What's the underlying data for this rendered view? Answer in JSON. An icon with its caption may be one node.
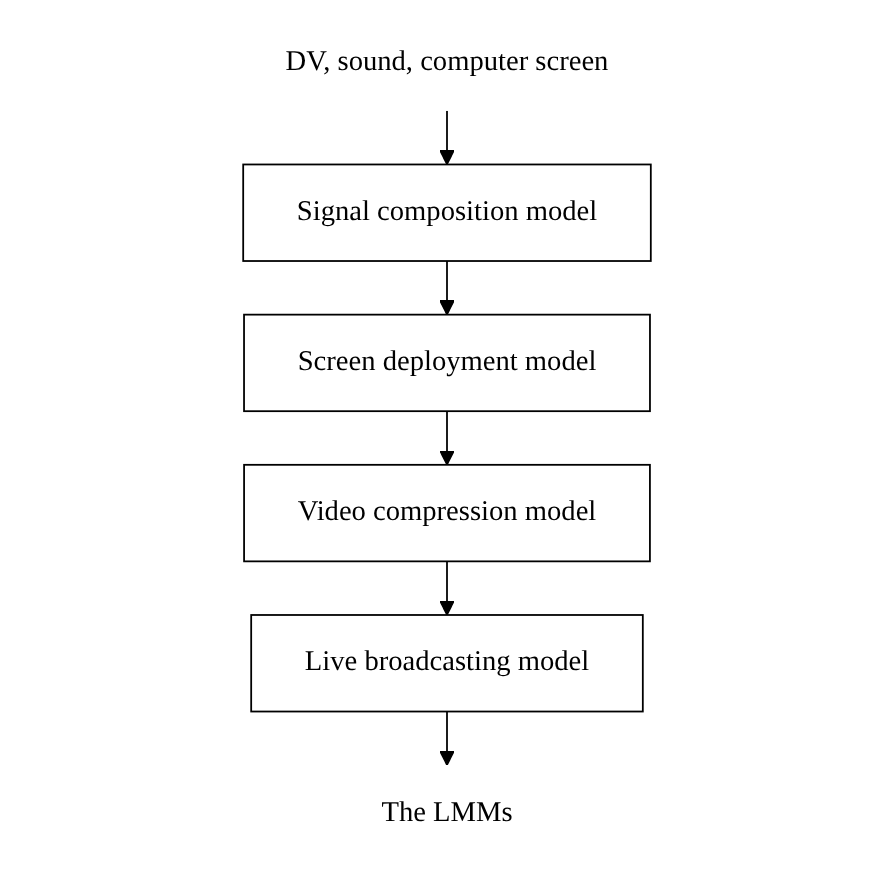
{
  "diagram": {
    "nodes": [
      {
        "text": [
          "DV, sound, computer screen"
        ]
      },
      {
        "text": [
          "Signal composition model"
        ]
      },
      {
        "text": [
          "Screen deployment model"
        ]
      },
      {
        "text": [
          "Video compression model"
        ]
      },
      {
        "text": [
          "Live broadcasting model"
        ]
      },
      {
        "text": [
          "The LMMs"
        ]
      }
    ],
    "edges": [
      {
        "from": 0,
        "to": 1,
        "arrow": "to"
      },
      {
        "from": 1,
        "to": 2,
        "arrow": "to"
      },
      {
        "from": 2,
        "to": 3,
        "arrow": "to"
      },
      {
        "from": 3,
        "to": 4,
        "arrow": "to"
      },
      {
        "from": 4,
        "to": 5,
        "arrow": "to"
      }
    ]
  }
}
